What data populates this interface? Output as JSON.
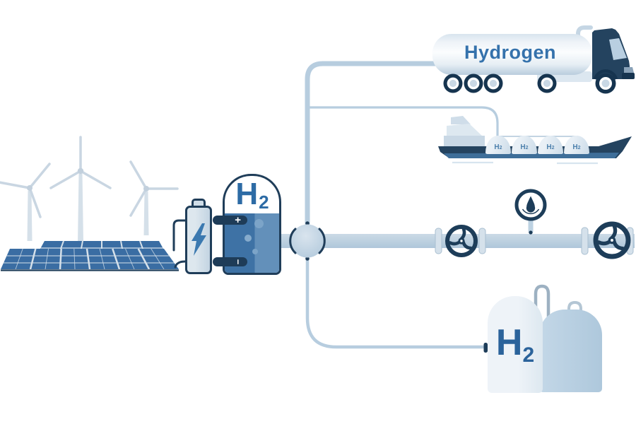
{
  "palette": {
    "background": "#ffffff",
    "dark_navy": "#1f3d59",
    "medium_blue": "#3572ac",
    "liquid_blue": "#3e72a5",
    "pipe_blue": "#bdd1e1",
    "panel_blue": "#3a6da3",
    "light_blue": "#d9e4ee",
    "tank_front": "#eef3f8",
    "tank_back": "#b7cfe2",
    "turbine_gray": "#ccd9e4"
  },
  "electrolyzer": {
    "label": {
      "main": "H",
      "sub": "2"
    },
    "terminals": {
      "positive": "+",
      "negative": "−"
    }
  },
  "truck": {
    "tank_label": "Hydrogen"
  },
  "ship": {
    "dome_count": 4,
    "dome_label": {
      "main": "H",
      "sub": "2"
    }
  },
  "storage": {
    "front_tank_label": {
      "main": "H",
      "sub": "2"
    }
  }
}
